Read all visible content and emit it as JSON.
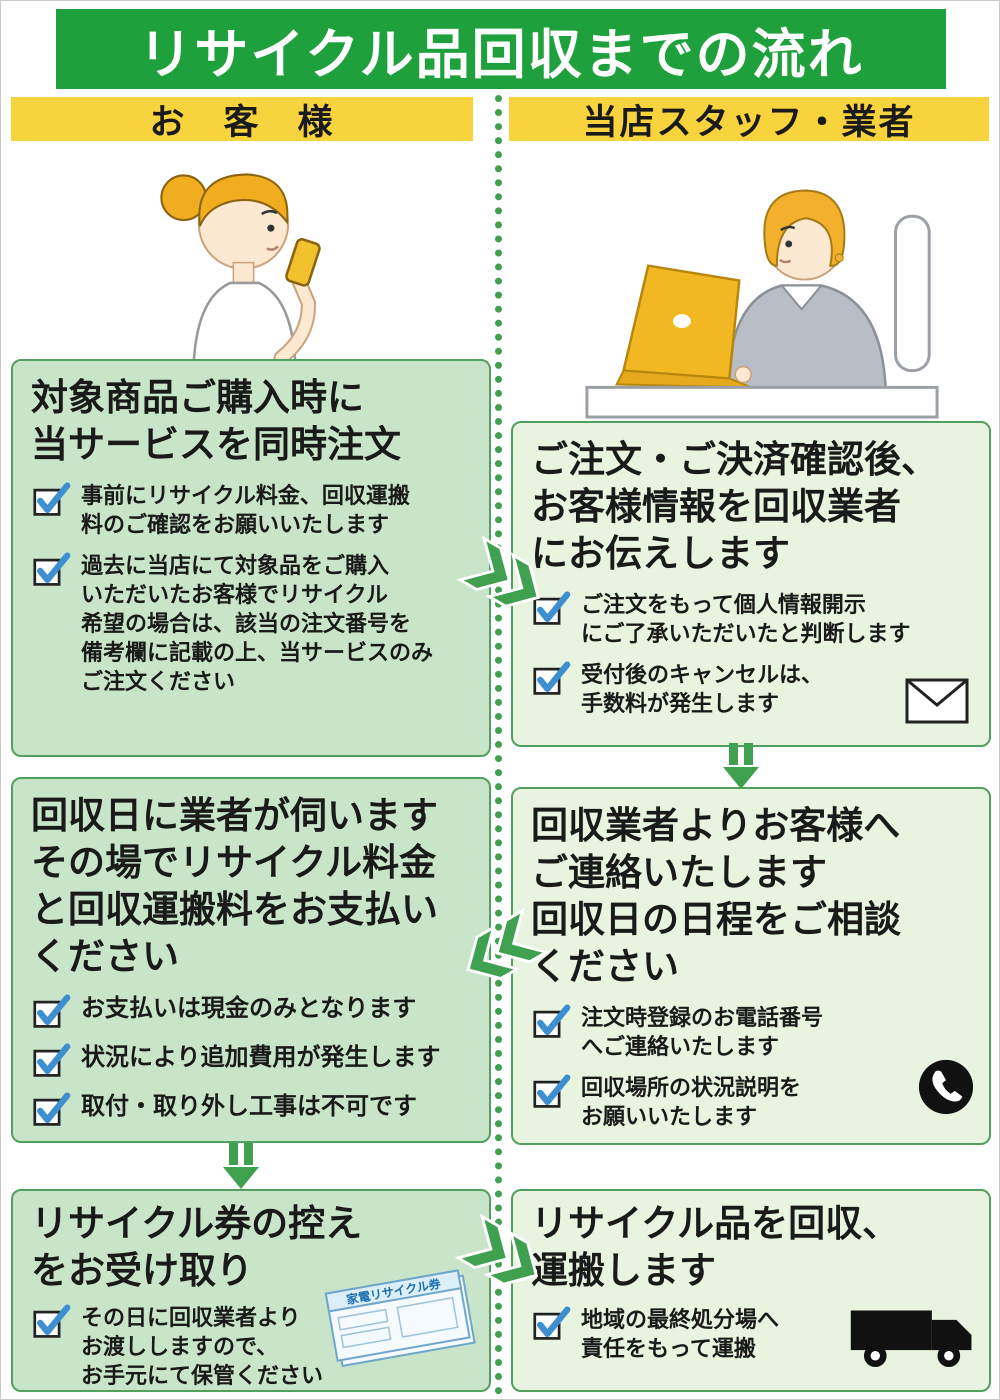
{
  "title": "リサイクル品回収までの流れ",
  "left_column": {
    "header": "お　客　様",
    "step1": {
      "title": "対象商品ご購入時に\n当サービスを同時注文",
      "items": [
        "事前にリサイクル料金、回収運搬\n料のご確認をお願いいたします",
        "過去に当店にて対象品をご購入\nいただいたお客様でリサイクル\n希望の場合は、該当の注文番号を\n備考欄に記載の上、当サービスのみ\nご注文ください"
      ]
    },
    "step2": {
      "title": "回収日に業者が伺います\nその場でリサイクル料金\nと回収運搬料をお支払い\nください",
      "items": [
        "お支払いは現金のみとなります",
        "状況により追加費用が発生します",
        "取付・取り外し工事は不可です"
      ]
    },
    "step3": {
      "title": "リサイクル券の控え\nをお受け取り",
      "items": [
        "その日に回収業者より\nお渡ししますので、\nお手元にて保管ください"
      ],
      "ticket_label": "家電リサイクル券"
    }
  },
  "right_column": {
    "header": "当店スタッフ・業者",
    "step1": {
      "title": "ご注文・ご決済確認後、\nお客様情報を回収業者\nにお伝えします",
      "items": [
        "ご注文をもって個人情報開示\nにご了承いただいたと判断します",
        "受付後のキャンセルは、\n手数料が発生します"
      ]
    },
    "step2": {
      "title": "回収業者よりお客様へ\nご連絡いたします\n回収日の日程をご相談\nください",
      "items": [
        "注文時登録のお電話番号\nへご連絡いたします",
        "回収場所の状況説明を\nお願いいたします"
      ]
    },
    "step3": {
      "title": "リサイクル品を回収、\n運搬します",
      "items": [
        "地域の最終処分場へ\n責任をもって運搬"
      ]
    }
  },
  "colors": {
    "banner_green": "#1ea13c",
    "header_yellow": "#f7d33e",
    "customer_box_bg": "#c9e5c9",
    "staff_box_bg": "#e8f4e0",
    "box_border": "#52a05d",
    "arrow_green": "#3fa050",
    "check_blue": "#3d8fd0"
  }
}
